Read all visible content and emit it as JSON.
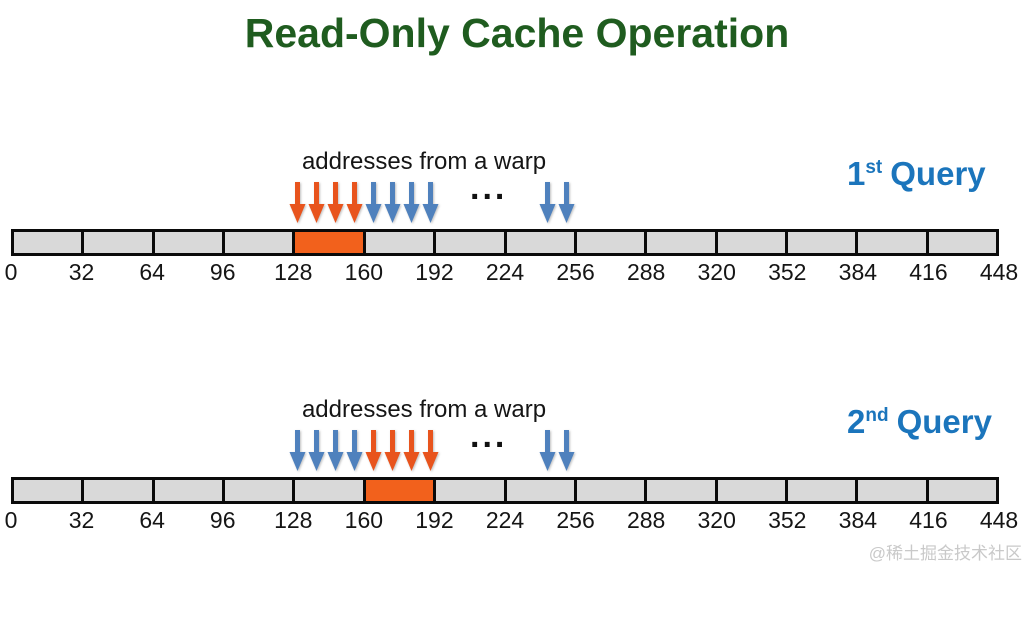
{
  "title": "Read-Only Cache Operation",
  "watermark": "@稀土掘金技术社区",
  "colors": {
    "title_green": "#1F5C1F",
    "query_blue": "#1B75BC",
    "arrow_blue": "#4F81BD",
    "arrow_orange": "#E8541D",
    "segment_fill": "#D9D9D9",
    "segment_highlight": "#F2611C",
    "segment_border": "#0A0A0A",
    "watermark_gray": "#C9C9C9"
  },
  "queries": [
    {
      "label_number": "1",
      "label_suffix": "st",
      "label_word": "Query",
      "warp_label": "addresses from a warp",
      "ellipsis": "...",
      "arrow_colors": [
        "orange",
        "orange",
        "orange",
        "orange",
        "blue",
        "blue",
        "blue",
        "blue"
      ],
      "trailing_arrows": [
        "blue",
        "blue"
      ],
      "segment_count": 14,
      "highlight_segment_index": 4,
      "highlight_range": "128-160",
      "tick_labels": [
        "0",
        "32",
        "64",
        "96",
        "128",
        "160",
        "192",
        "224",
        "256",
        "288",
        "320",
        "352",
        "384",
        "416",
        "448"
      ]
    },
    {
      "label_number": "2",
      "label_suffix": "nd",
      "label_word": "Query",
      "warp_label": "addresses from a warp",
      "ellipsis": "...",
      "arrow_colors": [
        "blue",
        "blue",
        "blue",
        "blue",
        "orange",
        "orange",
        "orange",
        "orange"
      ],
      "trailing_arrows": [
        "blue",
        "blue"
      ],
      "segment_count": 14,
      "highlight_segment_index": 5,
      "highlight_range": "160-192",
      "tick_labels": [
        "0",
        "32",
        "64",
        "96",
        "128",
        "160",
        "192",
        "224",
        "256",
        "288",
        "320",
        "352",
        "384",
        "416",
        "448"
      ]
    }
  ]
}
